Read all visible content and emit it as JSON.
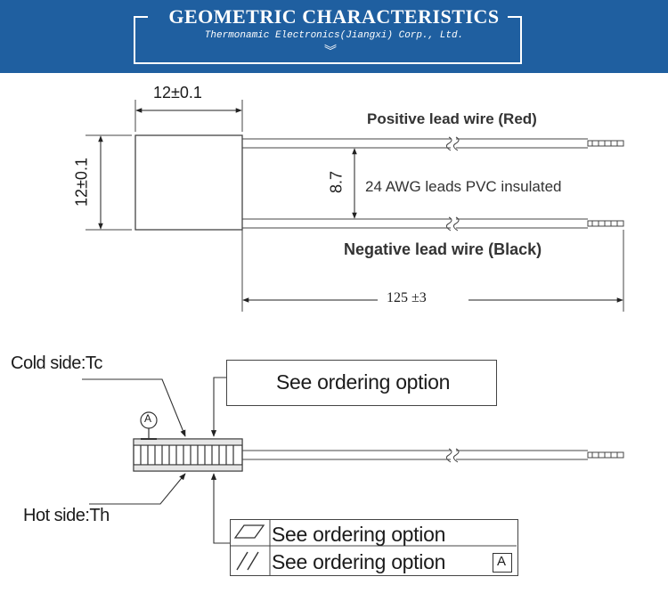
{
  "header": {
    "title": "GEOMETRIC CHARACTERISTICS",
    "subtitle": "Thermonamic Electronics(Jiangxi) Corp., Ltd."
  },
  "top_view": {
    "width_dim": "12±0.1",
    "height_dim": "12±0.1",
    "lead_spacing": "8.7",
    "positive_label": "Positive lead wire (Red)",
    "negative_label": "Negative lead wire (Black)",
    "insulation_label": "24 AWG leads PVC insulated",
    "lead_length": "125 ±3"
  },
  "side_view": {
    "cold_side": "Cold side:Tc",
    "hot_side": "Hot side:Th",
    "datum": "A",
    "flatness_option": "See ordering option",
    "flatness_option_2": "See ordering option",
    "parallel_option": "See ordering option",
    "parallel_datum": "A"
  }
}
